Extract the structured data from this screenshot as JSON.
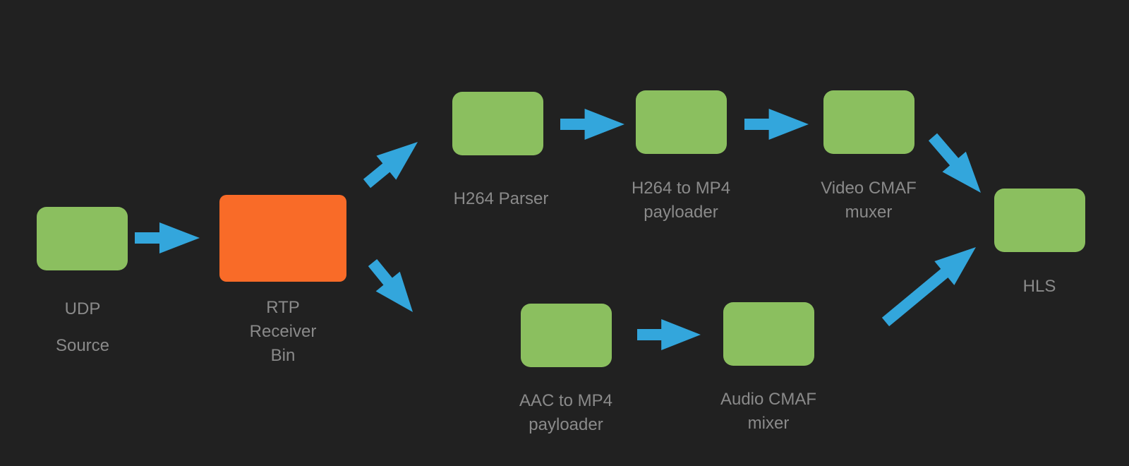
{
  "colors": {
    "background": "#212121",
    "node_green": "#8bbf5f",
    "node_orange": "#f96b28",
    "arrow": "#33a6dc",
    "label": "#8a8a8a"
  },
  "nodes": {
    "udp_source": {
      "line1": "UDP",
      "line2": "Source"
    },
    "rtp_receiver_bin": {
      "line1": "RTP",
      "line2": "Receiver",
      "line3": "Bin"
    },
    "h264_parser": {
      "line1": "H264 Parser"
    },
    "h264_to_mp4": {
      "line1": "H264 to MP4",
      "line2": "payloader"
    },
    "video_cmaf": {
      "line1": "Video CMAF",
      "line2": "muxer"
    },
    "hls": {
      "line1": "HLS"
    },
    "aac_to_mp4": {
      "line1": "AAC to MP4",
      "line2": "payloader"
    },
    "audio_cmaf": {
      "line1": "Audio CMAF",
      "line2": "mixer"
    }
  },
  "edges": [
    {
      "from": "UDP Source",
      "to": "RTP Receiver Bin"
    },
    {
      "from": "RTP Receiver Bin",
      "to": "H264 Parser"
    },
    {
      "from": "RTP Receiver Bin",
      "to": "AAC to MP4 payloader"
    },
    {
      "from": "H264 Parser",
      "to": "H264 to MP4 payloader"
    },
    {
      "from": "H264 to MP4 payloader",
      "to": "Video CMAF muxer"
    },
    {
      "from": "Video CMAF muxer",
      "to": "HLS"
    },
    {
      "from": "AAC to MP4 payloader",
      "to": "Audio CMAF mixer"
    },
    {
      "from": "Audio CMAF mixer",
      "to": "HLS"
    }
  ]
}
